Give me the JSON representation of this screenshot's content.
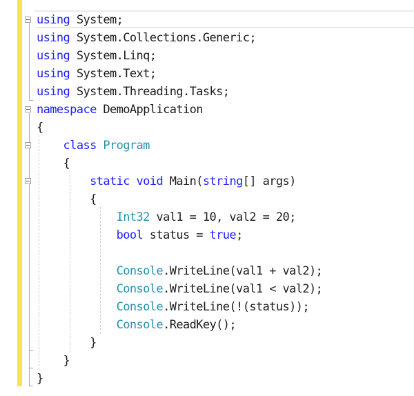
{
  "editor": {
    "language": "C#",
    "colors": {
      "keyword": "#1f1fff",
      "type": "#2b91af",
      "text": "#1e1e1e",
      "change_bar": "#f5e651",
      "current_line_border": "#ebe9f5"
    },
    "lines": [
      {
        "indent": "",
        "tokens": [
          {
            "t": "using",
            "c": "kw"
          },
          {
            "t": " System;",
            "c": ""
          }
        ]
      },
      {
        "indent": "",
        "tokens": [
          {
            "t": "using",
            "c": "kw"
          },
          {
            "t": " System.Collections.Generic;",
            "c": ""
          }
        ]
      },
      {
        "indent": "",
        "tokens": [
          {
            "t": "using",
            "c": "kw"
          },
          {
            "t": " System.Linq;",
            "c": ""
          }
        ]
      },
      {
        "indent": "",
        "tokens": [
          {
            "t": "using",
            "c": "kw"
          },
          {
            "t": " System.Text;",
            "c": ""
          }
        ]
      },
      {
        "indent": "",
        "tokens": [
          {
            "t": "using",
            "c": "kw"
          },
          {
            "t": " System.Threading.Tasks;",
            "c": ""
          }
        ]
      },
      {
        "indent": "",
        "tokens": [
          {
            "t": "namespace",
            "c": "kw"
          },
          {
            "t": " DemoApplication",
            "c": ""
          }
        ]
      },
      {
        "indent": "",
        "tokens": [
          {
            "t": "{",
            "c": ""
          }
        ]
      },
      {
        "indent": "    ",
        "tokens": [
          {
            "t": "class",
            "c": "kw"
          },
          {
            "t": " ",
            "c": ""
          },
          {
            "t": "Program",
            "c": "ty"
          }
        ]
      },
      {
        "indent": "    ",
        "tokens": [
          {
            "t": "{",
            "c": ""
          }
        ]
      },
      {
        "indent": "        ",
        "tokens": [
          {
            "t": "static",
            "c": "kw"
          },
          {
            "t": " ",
            "c": ""
          },
          {
            "t": "void",
            "c": "kw"
          },
          {
            "t": " Main(",
            "c": ""
          },
          {
            "t": "string",
            "c": "kw"
          },
          {
            "t": "[] args)",
            "c": ""
          }
        ]
      },
      {
        "indent": "        ",
        "tokens": [
          {
            "t": "{",
            "c": ""
          }
        ]
      },
      {
        "indent": "            ",
        "tokens": [
          {
            "t": "Int32",
            "c": "ty"
          },
          {
            "t": " val1 = 10, val2 = 20;",
            "c": ""
          }
        ]
      },
      {
        "indent": "            ",
        "tokens": [
          {
            "t": "bool",
            "c": "kw"
          },
          {
            "t": " status = ",
            "c": ""
          },
          {
            "t": "true",
            "c": "kw"
          },
          {
            "t": ";",
            "c": ""
          }
        ]
      },
      {
        "indent": "",
        "tokens": []
      },
      {
        "indent": "            ",
        "tokens": [
          {
            "t": "Console",
            "c": "ty"
          },
          {
            "t": ".WriteLine(val1 + val2);",
            "c": ""
          }
        ]
      },
      {
        "indent": "            ",
        "tokens": [
          {
            "t": "Console",
            "c": "ty"
          },
          {
            "t": ".WriteLine(val1 < val2);",
            "c": ""
          }
        ]
      },
      {
        "indent": "            ",
        "tokens": [
          {
            "t": "Console",
            "c": "ty"
          },
          {
            "t": ".WriteLine(!(status));",
            "c": ""
          }
        ]
      },
      {
        "indent": "            ",
        "tokens": [
          {
            "t": "Console",
            "c": "ty"
          },
          {
            "t": ".ReadKey();",
            "c": ""
          }
        ]
      },
      {
        "indent": "        ",
        "tokens": [
          {
            "t": "}",
            "c": ""
          }
        ]
      },
      {
        "indent": "    ",
        "tokens": [
          {
            "t": "}",
            "c": ""
          }
        ]
      },
      {
        "indent": "",
        "tokens": [
          {
            "t": "}",
            "c": ""
          }
        ]
      }
    ],
    "fold_markers": [
      {
        "line": 0,
        "label": "collapse-usings"
      },
      {
        "line": 5,
        "label": "collapse-namespace"
      },
      {
        "line": 7,
        "label": "collapse-class"
      },
      {
        "line": 9,
        "label": "collapse-method"
      }
    ]
  }
}
